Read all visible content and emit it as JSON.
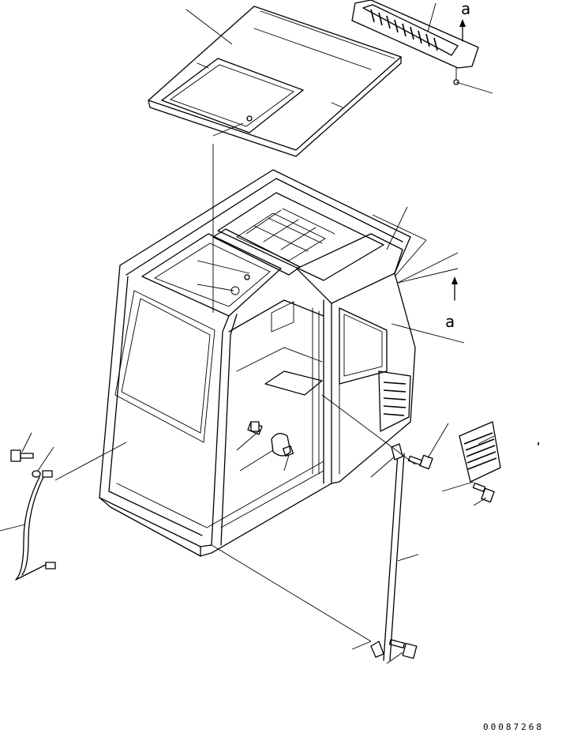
{
  "view_labels": {
    "upper": "a",
    "lower": "a"
  },
  "drawing_number": "00087268",
  "stray_mark": ","
}
